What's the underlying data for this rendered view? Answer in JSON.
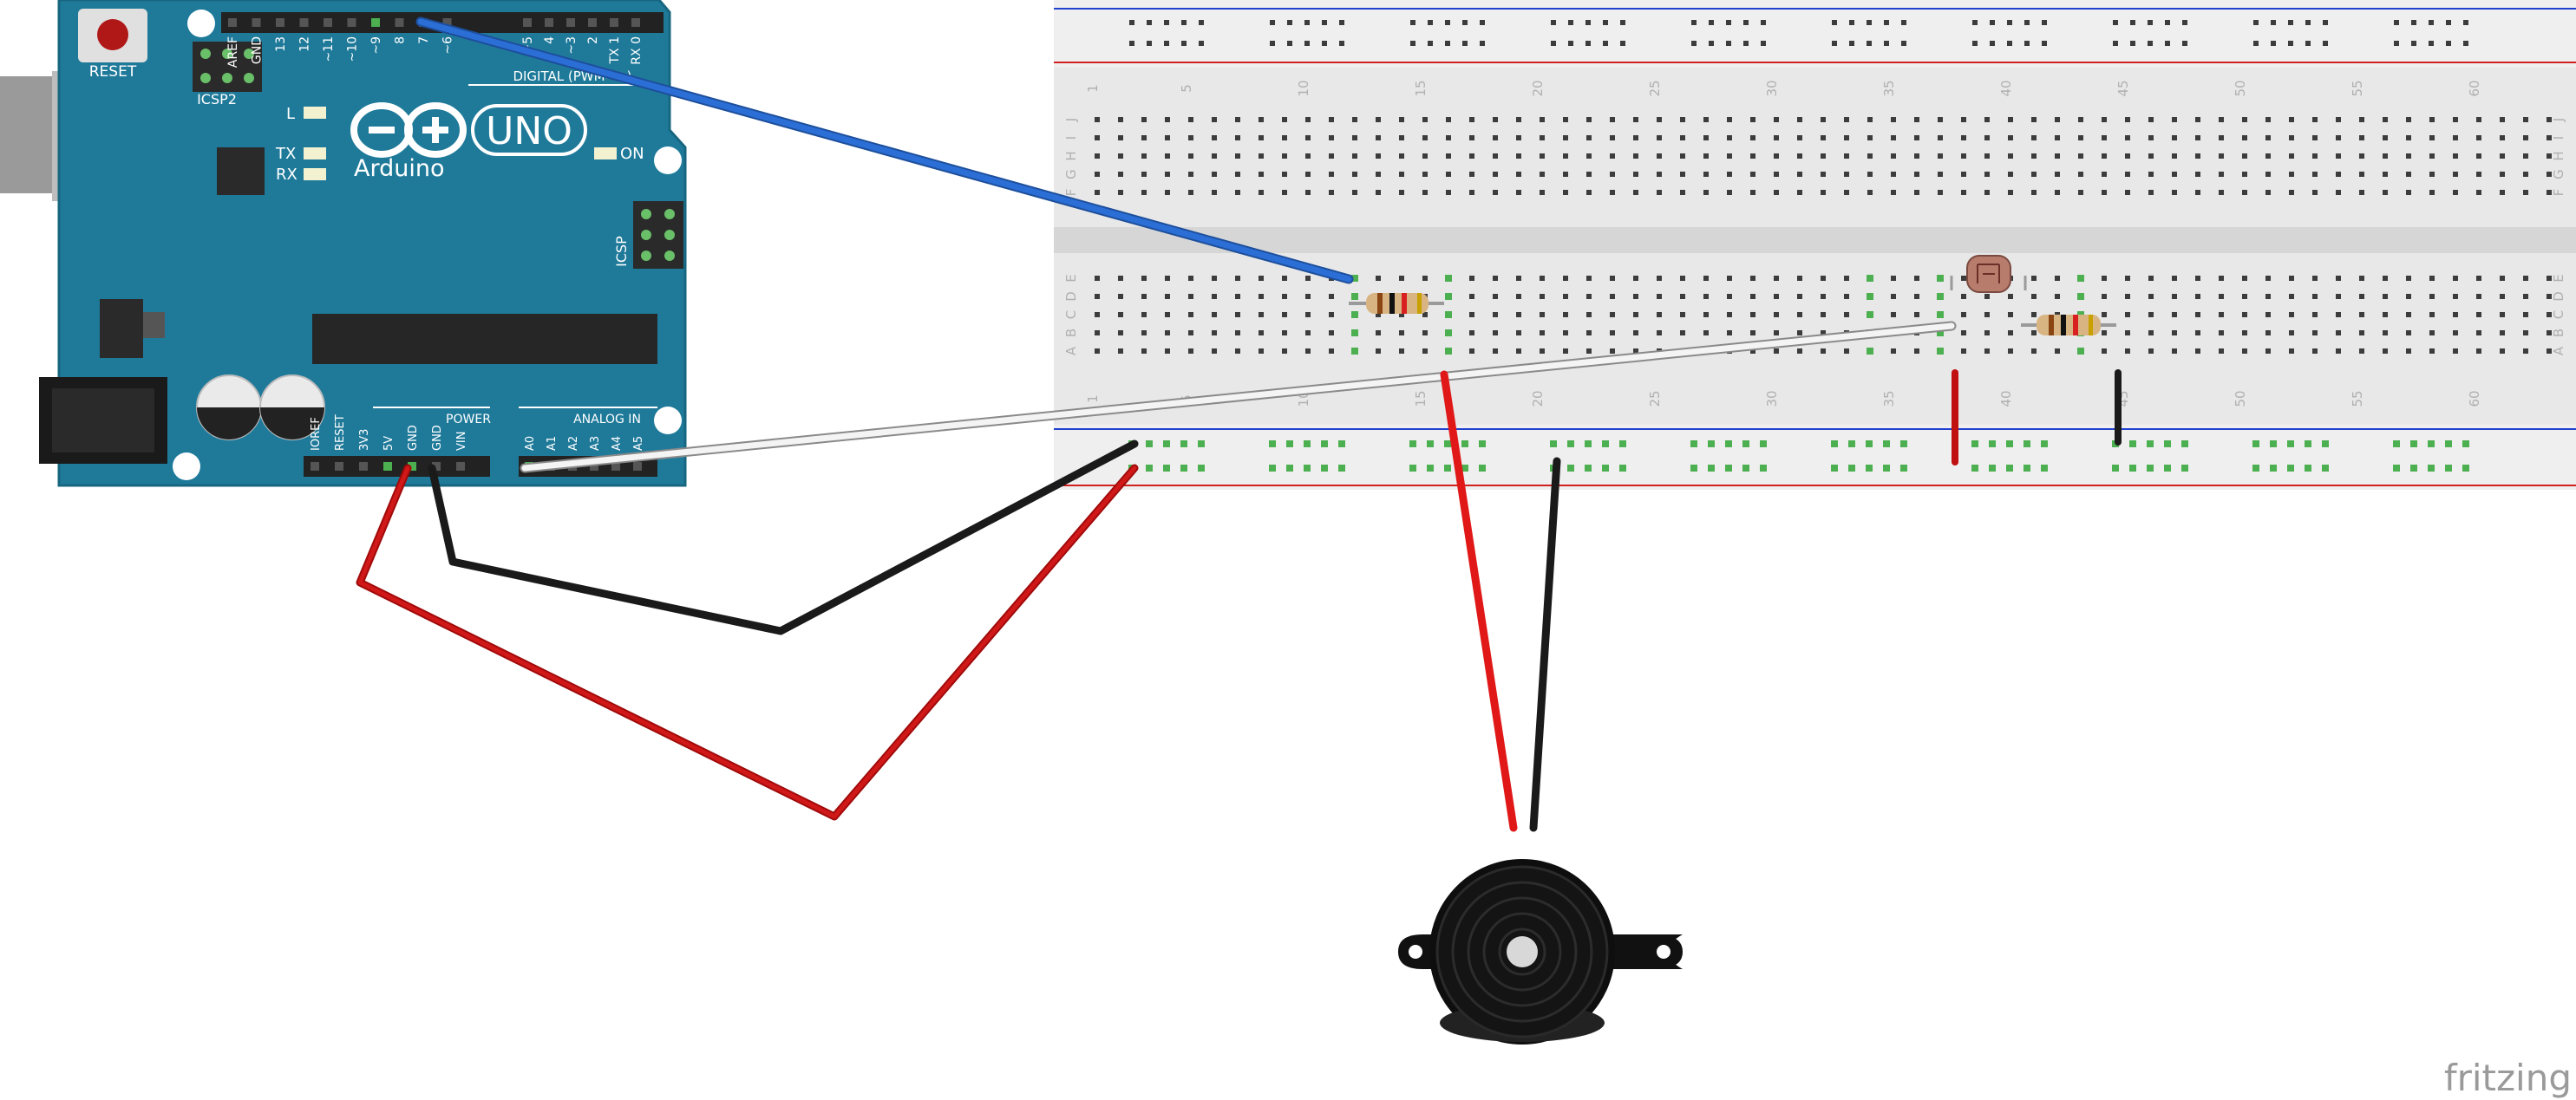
{
  "arduino": {
    "reset_label": "RESET",
    "icsp2_label": "ICSP2",
    "icsp_label": "ICSP",
    "brand": "Arduino",
    "model": "UNO",
    "digital_label": "DIGITAL (PWM=~)",
    "power_label": "POWER",
    "analog_label": "ANALOG IN",
    "led_l": "L",
    "led_tx": "TX",
    "led_rx": "RX",
    "led_on": "ON",
    "digital_pins": [
      "AREF",
      "GND",
      "13",
      "12",
      "~11",
      "~10",
      "~9",
      "8",
      "7",
      "~6",
      "~5",
      "4",
      "~3",
      "2",
      "TX 1",
      "RX 0"
    ],
    "power_pins": [
      "IOREF",
      "RESET",
      "3V3",
      "5V",
      "GND",
      "GND",
      "VIN"
    ],
    "analog_pins": [
      "A0",
      "A1",
      "A2",
      "A3",
      "A4",
      "A5"
    ],
    "colors": {
      "board": "#1f7a9a",
      "board_edge": "#176680",
      "silk": "#ffffff"
    }
  },
  "breadboard": {
    "column_numbers": [
      "1",
      "5",
      "10",
      "15",
      "20",
      "25",
      "30",
      "35",
      "40",
      "45",
      "50",
      "55",
      "60"
    ],
    "row_letters_top": [
      "J",
      "I",
      "H",
      "G",
      "F"
    ],
    "row_letters_bottom": [
      "E",
      "D",
      "C",
      "B",
      "A"
    ],
    "colors": {
      "body": "#e6e6e6",
      "rail_red": "#d02020",
      "rail_blue": "#2040d0",
      "hole": "#3c3c3c",
      "active": "#4caf50"
    }
  },
  "components": {
    "resistor_1": "resistor",
    "resistor_2": "resistor",
    "photoresistor": "photocell",
    "buzzer": "piezo-buzzer"
  },
  "wires": {
    "colors": {
      "blue": "#2b6fd6",
      "white": "#f4f4f4",
      "black": "#1a1a1a",
      "red": "#e01818"
    }
  },
  "watermark": "fritzing"
}
